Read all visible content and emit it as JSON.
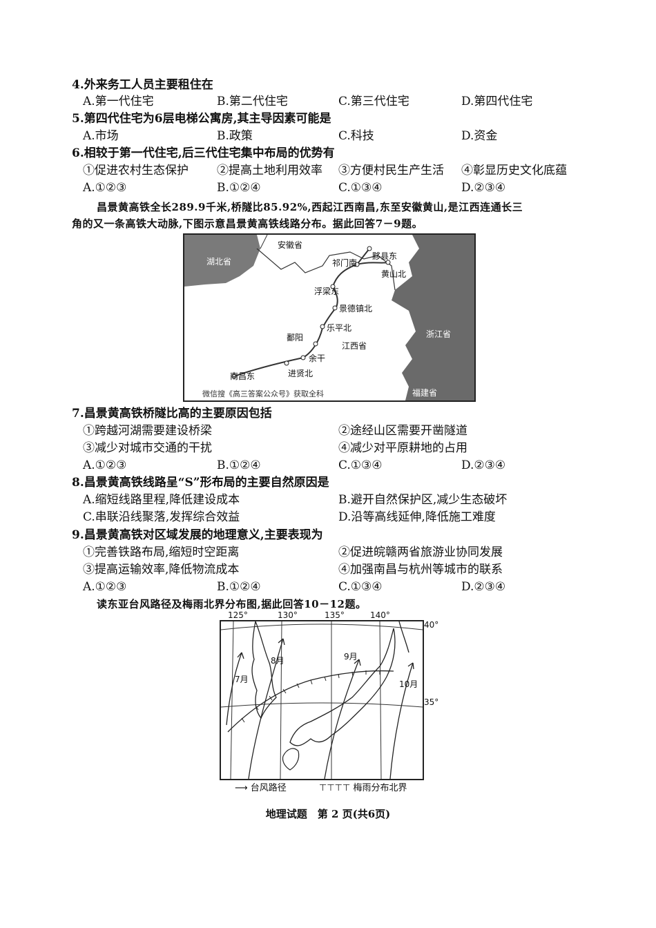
{
  "q4": {
    "stem": "4.外来务工人员主要租住在",
    "options": [
      "A.第一代住宅",
      "B.第二代住宅",
      "C.第三代住宅",
      "D.第四代住宅"
    ]
  },
  "q5": {
    "stem": "5.第四代住宅为6层电梯公寓房,其主导因素可能是",
    "options": [
      "A.市场",
      "B.政策",
      "C.科技",
      "D.资金"
    ]
  },
  "q6": {
    "stem": "6.相较于第一代住宅,后三代住宅集中布局的优势有",
    "items": [
      "①促进农村生态保护",
      "②提高土地利用效率",
      "③方便村民生产生活",
      "④彰显历史文化底蕴"
    ],
    "options": [
      "A.①②③",
      "B.①②④",
      "C.①③④",
      "D.②③④"
    ]
  },
  "intro1": [
    "昌景黄高铁全长289.9千米,桥隧比85.92%,西起江西南昌,东至安徽黄山,是江西连通长三",
    "角的又一条高铁大动脉,下图示意昌景黄高铁线路分布。据此回答7－9题。"
  ],
  "map1": {
    "provinces": [
      "安徽省",
      "湖北省",
      "江西省",
      "浙江省",
      "福建省"
    ],
    "stations": [
      "黟县东",
      "祁门南",
      "黄山北",
      "浮梁东",
      "景德镇北",
      "乐平北",
      "鄱阳",
      "余干",
      "进贤北",
      "南昌东"
    ],
    "watermark": "微信搜《高三答案公众号》获取全科"
  },
  "q7": {
    "stem": "7.昌景黄高铁桥隧比高的主要原因包括",
    "items": [
      "①跨越河湖需要建设桥梁",
      "②途经山区需要开凿隧道",
      "③减少对城市交通的干扰",
      "④减少对平原耕地的占用"
    ],
    "options": [
      "A.①②③",
      "B.①②④",
      "C.①③④",
      "D.②③④"
    ]
  },
  "q8": {
    "stem": "8.昌景黄高铁线路呈“S”形布局的主要自然原因是",
    "options": [
      "A.缩短线路里程,降低建设成本",
      "B.避开自然保护区,减少生态破坏",
      "C.串联沿线聚落,发挥综合效益",
      "D.沿等高线延伸,降低施工难度"
    ]
  },
  "q9": {
    "stem": "9.昌景黄高铁对区域发展的地理意义,主要表现为",
    "items": [
      "①完善铁路布局,缩短时空距离",
      "②促进皖赣两省旅游业协同发展",
      "③提高运输效率,降低物流成本",
      "④加强南昌与杭州等城市的联系"
    ],
    "options": [
      "A.①②③",
      "B.①②④",
      "C.①③④",
      "D.②③④"
    ]
  },
  "intro2": "读东亚台风路径及梅雨北界分布图,据此回答10－12题。",
  "map2": {
    "lon_labels": [
      "125°",
      "130°",
      "135°",
      "140°"
    ],
    "lat_labels": [
      "40°",
      "35°"
    ],
    "months": [
      "7月",
      "8月",
      "9月",
      "10月"
    ],
    "legend": {
      "typhoon": "台风路径",
      "meiyu": "梅雨分布北界"
    }
  },
  "footer": "地理试题　第 2 页(共6页)"
}
